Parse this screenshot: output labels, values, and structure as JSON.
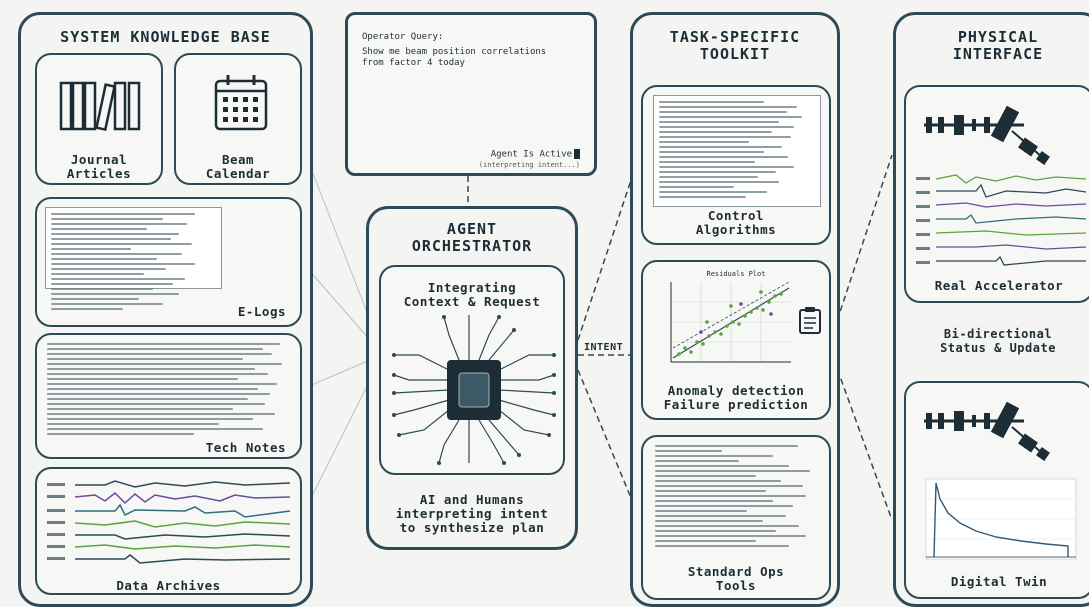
{
  "knowledge_base": {
    "title": "SYSTEM KNOWLEDGE BASE",
    "journal": "Journal\nArticles",
    "calendar": "Beam\nCalendar",
    "elogs": "E-Logs",
    "technotes": "Tech Notes",
    "archives": "Data Archives"
  },
  "query": {
    "heading": "Operator Query:",
    "text": "Show me beam position correlations\nfrom factor 4 today",
    "status": "Agent Is Active",
    "status_sub": "(interpreting intent...)"
  },
  "orchestrator": {
    "title": "AGENT\nORCHESTRATOR",
    "integrating": "Integrating\nContext & Request",
    "caption": "AI and Humans\ninterpreting intent\nto synthesize plan"
  },
  "connector": {
    "intent": "INTENT"
  },
  "toolkit": {
    "title": "TASK-SPECIFIC\nTOOLKIT",
    "control": "Control\nAlgorithms",
    "anomaly": "Anomaly detection\nFailure prediction",
    "ops": "Standard Ops\nTools",
    "chart_title": "Residuals Plot"
  },
  "physical": {
    "title": "PHYSICAL\nINTERFACE",
    "real": "Real Accelerator",
    "bidir": "Bi-directional\nStatus & Update",
    "twin": "Digital Twin"
  },
  "colors": {
    "stroke": "#2d4a56",
    "green": "#5aa43c",
    "purple": "#6a4aa0",
    "teal": "#2e6f7a"
  }
}
